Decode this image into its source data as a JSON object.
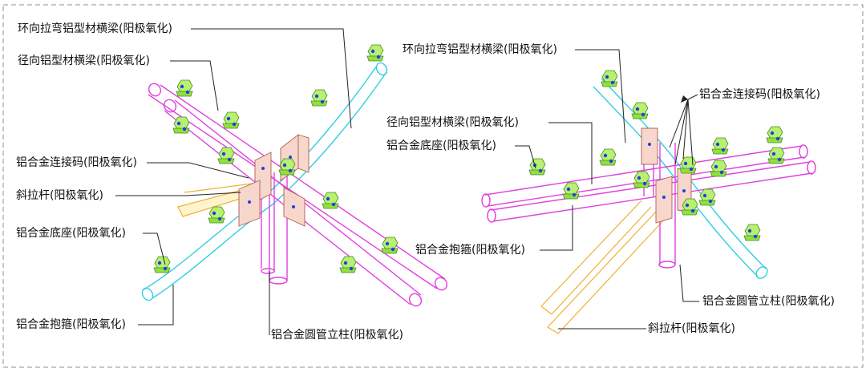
{
  "diagram": {
    "left_assembly": {
      "labels": {
        "ring_beam": "环向拉弯铝型材横梁(阳极氧化)",
        "radial_beam": "径向铝型材横梁(阳极氧化)",
        "connector": "铝合金连接码(阳极氧化)",
        "brace": "斜拉杆(阳极氧化)",
        "base": "铝合金底座(阳极氧化)",
        "clamp": "铝合金抱箍(阳极氧化)",
        "column": "铝合金圆管立柱(阳极氧化)"
      }
    },
    "right_assembly": {
      "labels": {
        "ring_beam": "环向拉弯铝型材横梁(阳极氧化)",
        "connector": "铝合金连接码(阳极氧化)",
        "radial_beam": "径向铝型材横梁(阳极氧化)",
        "base": "铝合金底座(阳极氧化)",
        "clamp": "铝合金抱箍(阳极氧化)",
        "column": "铝合金圆管立柱(阳极氧化)",
        "brace": "斜拉杆(阳极氧化)"
      }
    },
    "colors": {
      "radial_beam": "#e040e0",
      "ring_beam": "#30d0e0",
      "brace": "#f0b030",
      "clamp": "#90e040",
      "connector": "#d08070",
      "bolt": "#2040e0",
      "frame": "#909090"
    }
  }
}
